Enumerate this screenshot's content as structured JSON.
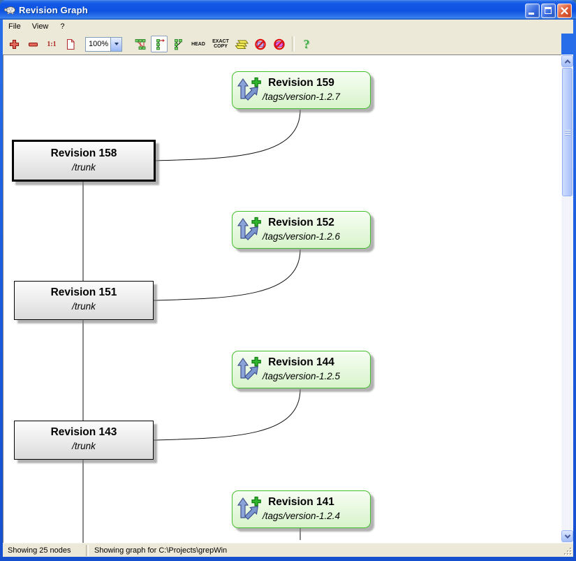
{
  "window": {
    "title": "Revision Graph",
    "app_icon": "tortoise-turtle"
  },
  "menu": {
    "file": "File",
    "view": "View",
    "help": "?"
  },
  "toolbar": {
    "zoom_level": "100%",
    "one_to_one": "1:1",
    "head_label": "HEAD",
    "exact_line1": "EXACT",
    "exact_line2": "COPY",
    "help_label": "?"
  },
  "graph": {
    "nodes": [
      {
        "title": "Revision 159",
        "path": "/tags/version-1.2.7",
        "type": "tag"
      },
      {
        "title": "Revision 158",
        "path": "/trunk",
        "type": "trunk",
        "selected": true
      },
      {
        "title": "Revision 152",
        "path": "/tags/version-1.2.6",
        "type": "tag"
      },
      {
        "title": "Revision 151",
        "path": "/trunk",
        "type": "trunk"
      },
      {
        "title": "Revision 144",
        "path": "/tags/version-1.2.5",
        "type": "tag"
      },
      {
        "title": "Revision 143",
        "path": "/trunk",
        "type": "trunk"
      },
      {
        "title": "Revision 141",
        "path": "/tags/version-1.2.4",
        "type": "tag"
      }
    ]
  },
  "statusbar": {
    "left": "Showing 25 nodes",
    "right": "Showing graph for C:\\Projects\\grepWin"
  },
  "colors": {
    "titlebar_blue": "#0d52e0",
    "close_red": "#c33a17",
    "panel_beige": "#ece9d8",
    "tag_node_border": "#44bf2e",
    "tag_node_fill": "#e4f8db",
    "trunk_node_fill": "#e8e8e8",
    "help_green": "#46ae46"
  }
}
